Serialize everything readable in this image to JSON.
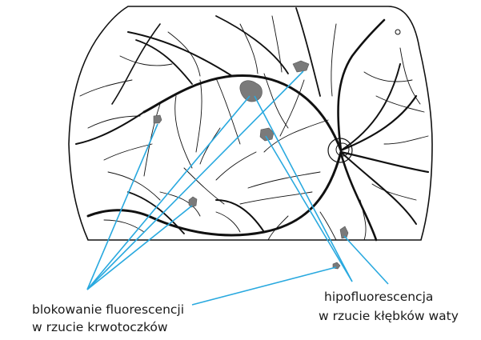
{
  "figure": {
    "subject": "fluorescein angiogram of retina, line drawing",
    "colors": {
      "vessel": "#111111",
      "fundus_outline": "#111111",
      "lesion": "#7a7a7a",
      "leader_line": "#29a9df",
      "text": "#1a1a1a"
    }
  },
  "labels": {
    "blocking": {
      "line1": "blokowanie fluorescencji",
      "line2": "w rzucie krwotoczków"
    },
    "hypo": {
      "line1": "hipofluorescencja",
      "line2": "w rzucie kłębków waty"
    }
  }
}
